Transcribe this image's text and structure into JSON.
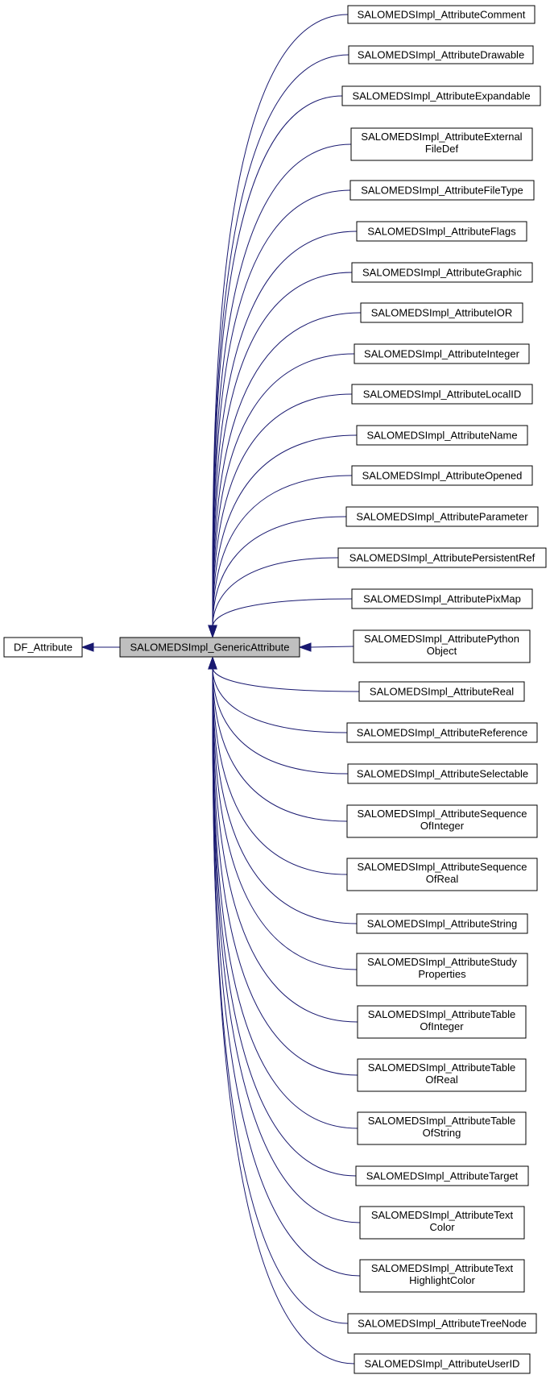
{
  "base_class": "DF_Attribute",
  "focus_class": "SALOMEDSImpl_GenericAttribute",
  "derived_classes": [
    [
      "SALOMEDSImpl_AttributeComment"
    ],
    [
      "SALOMEDSImpl_AttributeDrawable"
    ],
    [
      "SALOMEDSImpl_AttributeExpandable"
    ],
    [
      "SALOMEDSImpl_AttributeExternal",
      "FileDef"
    ],
    [
      "SALOMEDSImpl_AttributeFileType"
    ],
    [
      "SALOMEDSImpl_AttributeFlags"
    ],
    [
      "SALOMEDSImpl_AttributeGraphic"
    ],
    [
      "SALOMEDSImpl_AttributeIOR"
    ],
    [
      "SALOMEDSImpl_AttributeInteger"
    ],
    [
      "SALOMEDSImpl_AttributeLocalID"
    ],
    [
      "SALOMEDSImpl_AttributeName"
    ],
    [
      "SALOMEDSImpl_AttributeOpened"
    ],
    [
      "SALOMEDSImpl_AttributeParameter"
    ],
    [
      "SALOMEDSImpl_AttributePersistentRef"
    ],
    [
      "SALOMEDSImpl_AttributePixMap"
    ],
    [
      "SALOMEDSImpl_AttributePython",
      "Object"
    ],
    [
      "SALOMEDSImpl_AttributeReal"
    ],
    [
      "SALOMEDSImpl_AttributeReference"
    ],
    [
      "SALOMEDSImpl_AttributeSelectable"
    ],
    [
      "SALOMEDSImpl_AttributeSequence",
      "OfInteger"
    ],
    [
      "SALOMEDSImpl_AttributeSequence",
      "OfReal"
    ],
    [
      "SALOMEDSImpl_AttributeString"
    ],
    [
      "SALOMEDSImpl_AttributeStudy",
      "Properties"
    ],
    [
      "SALOMEDSImpl_AttributeTable",
      "OfInteger"
    ],
    [
      "SALOMEDSImpl_AttributeTable",
      "OfReal"
    ],
    [
      "SALOMEDSImpl_AttributeTable",
      "OfString"
    ],
    [
      "SALOMEDSImpl_AttributeTarget"
    ],
    [
      "SALOMEDSImpl_AttributeText",
      "Color"
    ],
    [
      "SALOMEDSImpl_AttributeText",
      "HighlightColor"
    ],
    [
      "SALOMEDSImpl_AttributeTreeNode"
    ],
    [
      "SALOMEDSImpl_AttributeUserID"
    ]
  ],
  "colors": {
    "edge": "#191970",
    "focus_fill": "#bfbfbf",
    "node_fill": "#ffffff",
    "node_border": "#000000"
  }
}
